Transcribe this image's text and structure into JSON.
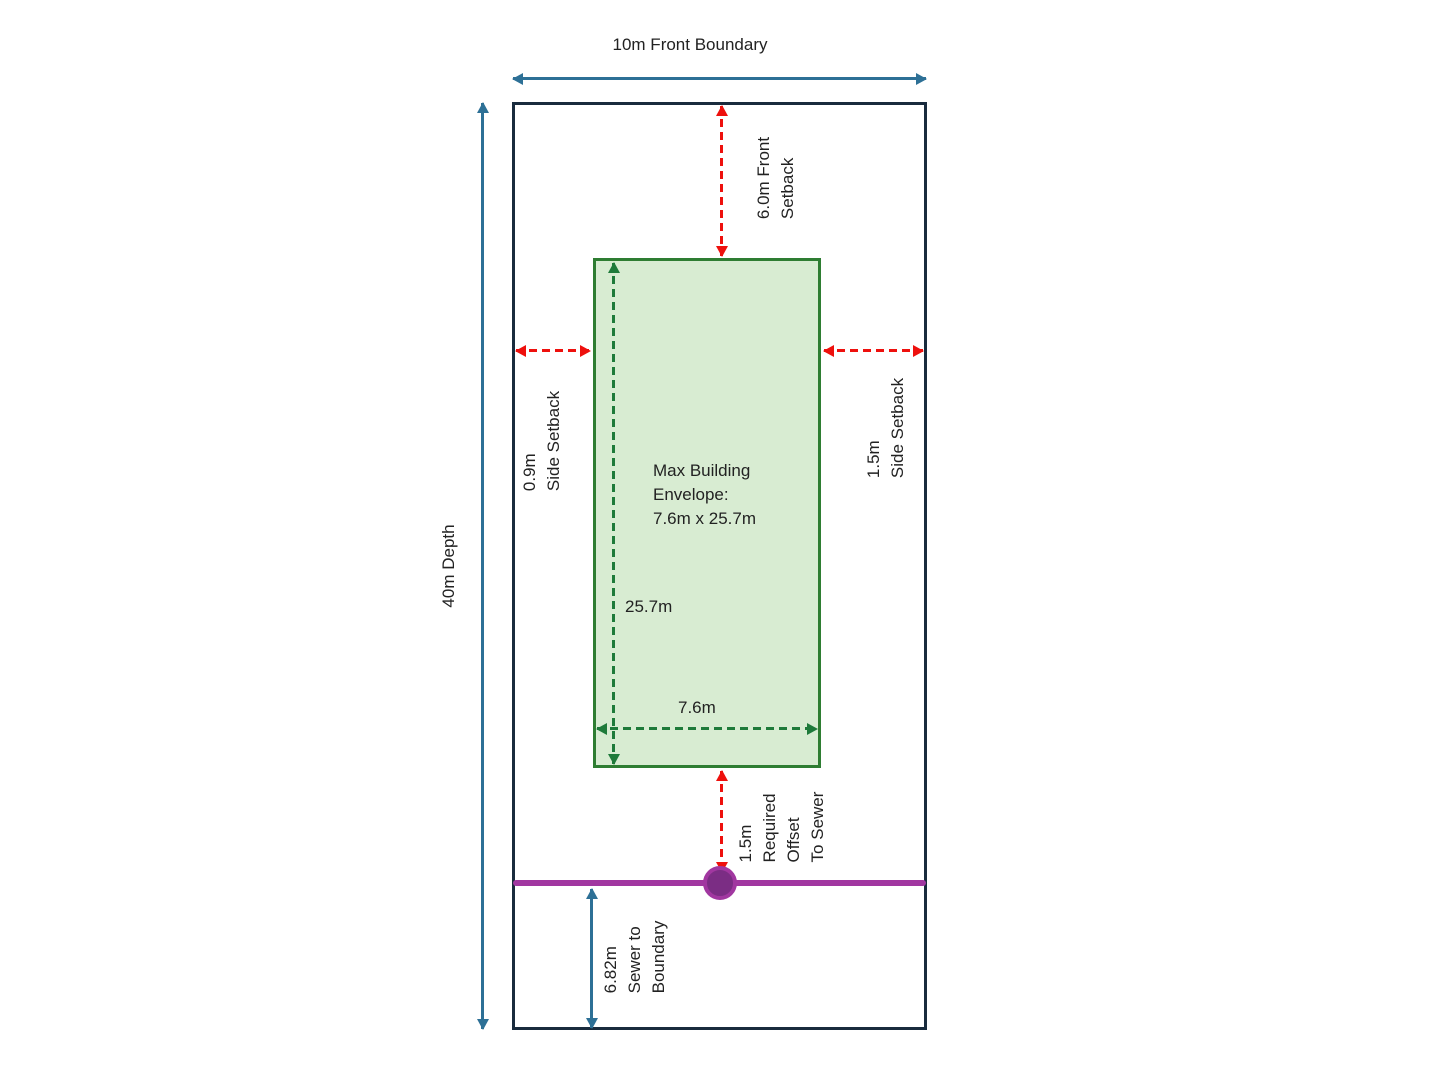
{
  "colors": {
    "teal": "#2d7096",
    "red": "#ee100d",
    "green-line": "#1e7a3a",
    "green-border": "#2e7d32",
    "green-fill": "#d8ecd2",
    "purple": "#a137a0",
    "purple-dark": "#7b2d84",
    "ink": "#192b3d",
    "text": "#222222"
  },
  "labels": {
    "front_boundary": "10m Front Boundary",
    "depth": "40m Depth",
    "front_setback": "6.0m Front\nSetback",
    "left_side_setback": "0.9m\nSide Setback",
    "right_side_setback": "1.5m\nSide Setback",
    "envelope": "Max Building\nEnvelope:\n7.6m x 25.7m",
    "envelope_height": "25.7m",
    "envelope_width": "7.6m",
    "sewer_offset": "1.5m\nRequired\nOffset\nTo Sewer",
    "sewer_to_boundary": "6.82m\nSewer to\nBoundary"
  }
}
